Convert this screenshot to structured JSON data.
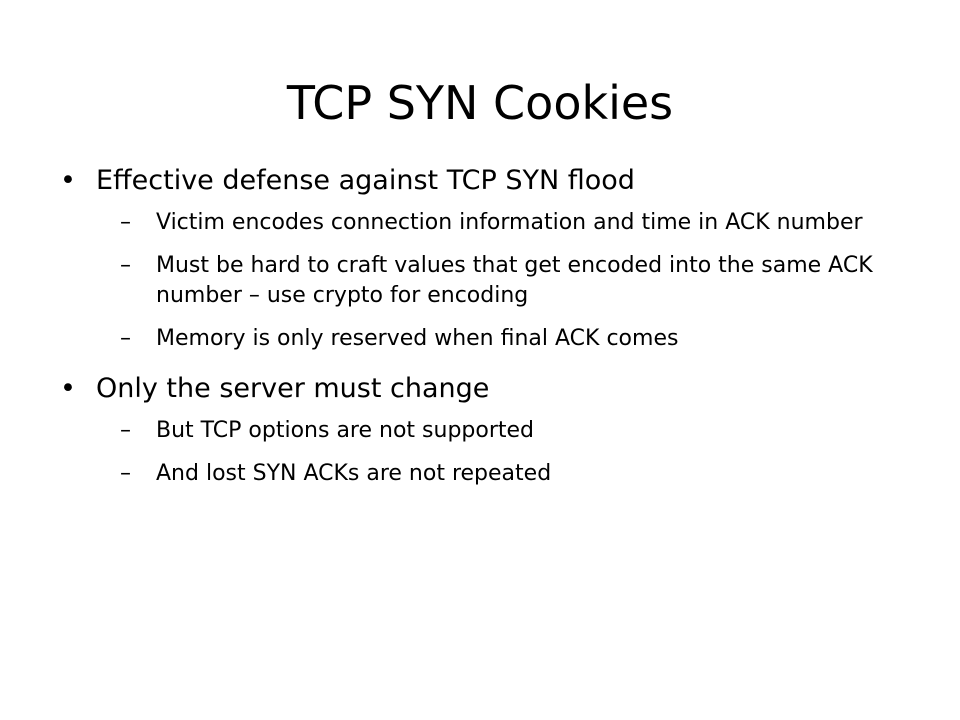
{
  "slide": {
    "title": "TCP SYN Cookies",
    "bullet_glyph": "•",
    "dash_glyph": "–",
    "bullets": [
      {
        "text": "Effective defense against TCP SYN flood",
        "sub": [
          "Victim encodes connection information and time in ACK number",
          "Must be hard to craft values that get encoded into the same ACK number – use crypto for encoding",
          "Memory is only reserved when final ACK comes"
        ]
      },
      {
        "text": "Only the server must change",
        "sub": [
          "But TCP options are not supported",
          "And lost SYN ACKs are not repeated"
        ]
      }
    ]
  }
}
